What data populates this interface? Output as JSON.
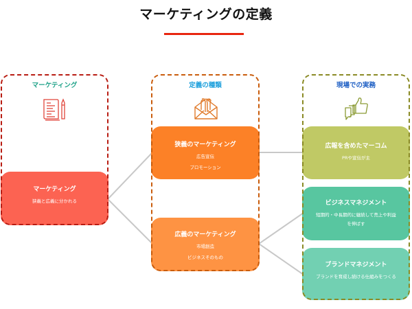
{
  "title": "マーケティングの定義",
  "colors": {
    "accent_underline": "#e8260f",
    "left_border": "#b81c12",
    "mid_border": "#c95c0c",
    "right_border": "#8a8a24",
    "left_heading": "#21a38a",
    "mid_heading": "#1ea0dc",
    "right_heading": "#1e5fc4",
    "connector": "#c8c8c8"
  },
  "columns": [
    {
      "heading": "マーケティング",
      "icon": "document-pencil-icon",
      "cards": [
        {
          "title": "マーケティング",
          "lines": [
            "狭義と広義に分かれる"
          ],
          "color": "#fc6352"
        }
      ]
    },
    {
      "heading": "定義の種類",
      "icon": "envelope-tools-icon",
      "cards": [
        {
          "title": "狭義のマーケティング",
          "lines": [
            "広告宣伝",
            "プロモーション"
          ],
          "color": "#fc8127"
        },
        {
          "title": "広義のマーケティング",
          "lines": [
            "市場創造",
            "ビジネスそのもの"
          ],
          "color": "#fe9343"
        }
      ]
    },
    {
      "heading": "現場での実務",
      "icon": "thumbs-up-chat-icon",
      "cards": [
        {
          "title": "広報を含めたマーコム",
          "lines": [
            "PRや宣伝が主"
          ],
          "color": "#c0c965"
        },
        {
          "title": "ビジネスマネジメント",
          "lines": [
            "短期的・中長期的に継続して売上や利益",
            "を伸ばす"
          ],
          "color": "#58c6a0"
        },
        {
          "title": "ブランドマネジメント",
          "lines": [
            "ブランドを育成し続ける仕組みをつくる"
          ],
          "color": "#72d0b2"
        }
      ]
    }
  ]
}
